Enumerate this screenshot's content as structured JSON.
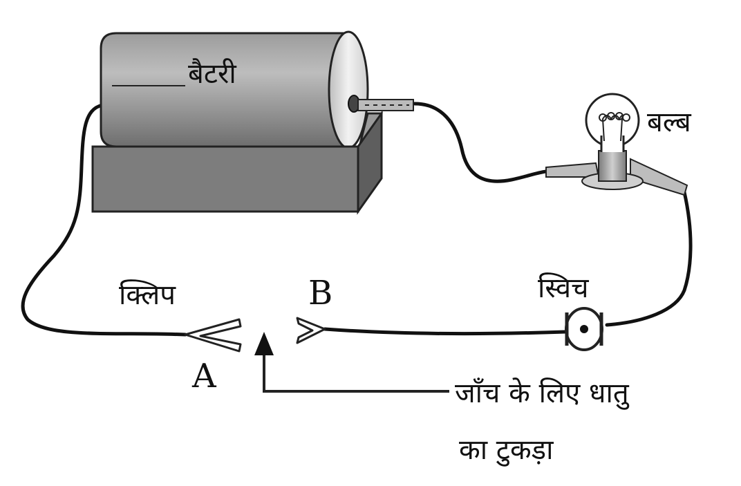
{
  "labels": {
    "battery": "बैटरी",
    "bulb": "बल्ब",
    "switch": "स्विच",
    "clip": "क्लिप",
    "point_a": "A",
    "point_b": "B",
    "test_piece_line1": "जाँच के लिए धातु",
    "test_piece_line2": "का टुकड़ा"
  },
  "colors": {
    "background": "#ffffff",
    "wire": "#111111",
    "battery_body": "#8a8a8a",
    "battery_base": "#7a7a7a",
    "battery_cap": "#e2e2e2",
    "bulb_base": "#9a9a9a",
    "bulb_glass": "#ffffff"
  }
}
